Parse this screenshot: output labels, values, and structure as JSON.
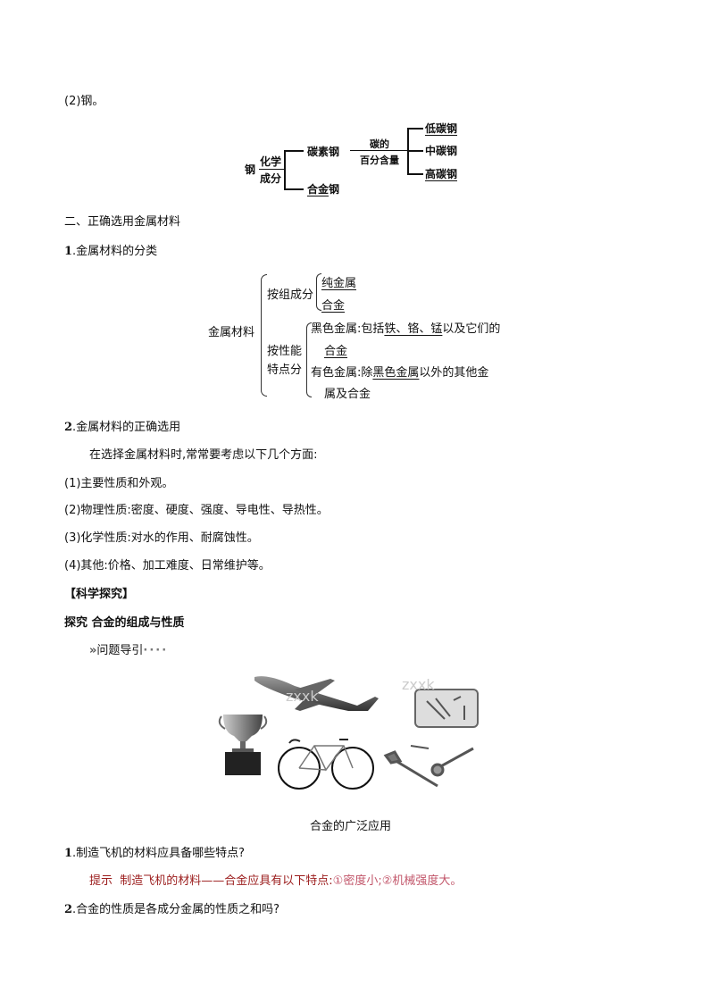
{
  "steel_section": {
    "heading": "(2)钢。",
    "diagram": {
      "root": "钢",
      "criterion_top": "化学",
      "criterion_bottom": "成分",
      "branch1": "碳素钢",
      "branch2_underlined": "合金",
      "branch2_rest": "钢",
      "sub_criterion_top": "碳的",
      "sub_criterion_bottom": "百分含量",
      "leaves": [
        {
          "label": "低碳钢",
          "underlined": true
        },
        {
          "label": "中碳钢",
          "underlined": false
        },
        {
          "label": "高碳钢",
          "underlined": true
        }
      ]
    }
  },
  "section2": {
    "heading": "二、正确选用金属材料",
    "item1": {
      "num": "1",
      "title": ".金属材料的分类"
    },
    "classification": {
      "root": "金属材料",
      "by_composition": {
        "label": "按组成分",
        "items": [
          "纯金属",
          "合金"
        ]
      },
      "by_property": {
        "label_line1": "按性能",
        "label_line2": "特点分",
        "ferrous_prefix": "黑色金属:包括",
        "ferrous_underlined": "铁、铬、锰",
        "ferrous_suffix": "以及它们的",
        "ferrous_line2": "合金",
        "nonferrous_prefix": "有色金属:除",
        "nonferrous_underlined": "黑色金属",
        "nonferrous_suffix": "以外的其他金",
        "nonferrous_line2": "属及合金"
      }
    },
    "item2": {
      "num": "2",
      "title": ".金属材料的正确选用",
      "intro": "在选择金属材料时,常常要考虑以下几个方面:",
      "points": [
        "(1)主要性质和外观。",
        "(2)物理性质:密度、硬度、强度、导电性、导热性。",
        "(3)化学性质:对水的作用、耐腐蚀性。",
        "(4)其他:价格、加工难度、日常维护等。"
      ]
    }
  },
  "inquiry": {
    "bracket_title": "【科学探究】",
    "title": "探究  合金的组成与性质",
    "guide_icon": "»",
    "guide_label": "问题导引",
    "guide_dots": "····",
    "figure": {
      "items": [
        "trophy",
        "airplane",
        "bicycle",
        "surgical-tools-tray",
        "pipe-wrench",
        "adjustable-wrench",
        "bolt"
      ],
      "watermark": "zxxk",
      "caption": "合金的广泛应用"
    },
    "q1": {
      "num": "1",
      "text": ".制造飞机的材料应具备哪些特点?"
    },
    "hint": {
      "label": "提示",
      "text": "制造飞机的材料——合金应具有以下特点:",
      "answer": "①密度小;②机械强度大。"
    },
    "q2": {
      "num": "2",
      "text": ".合金的性质是各成分金属的性质之和吗?"
    }
  }
}
